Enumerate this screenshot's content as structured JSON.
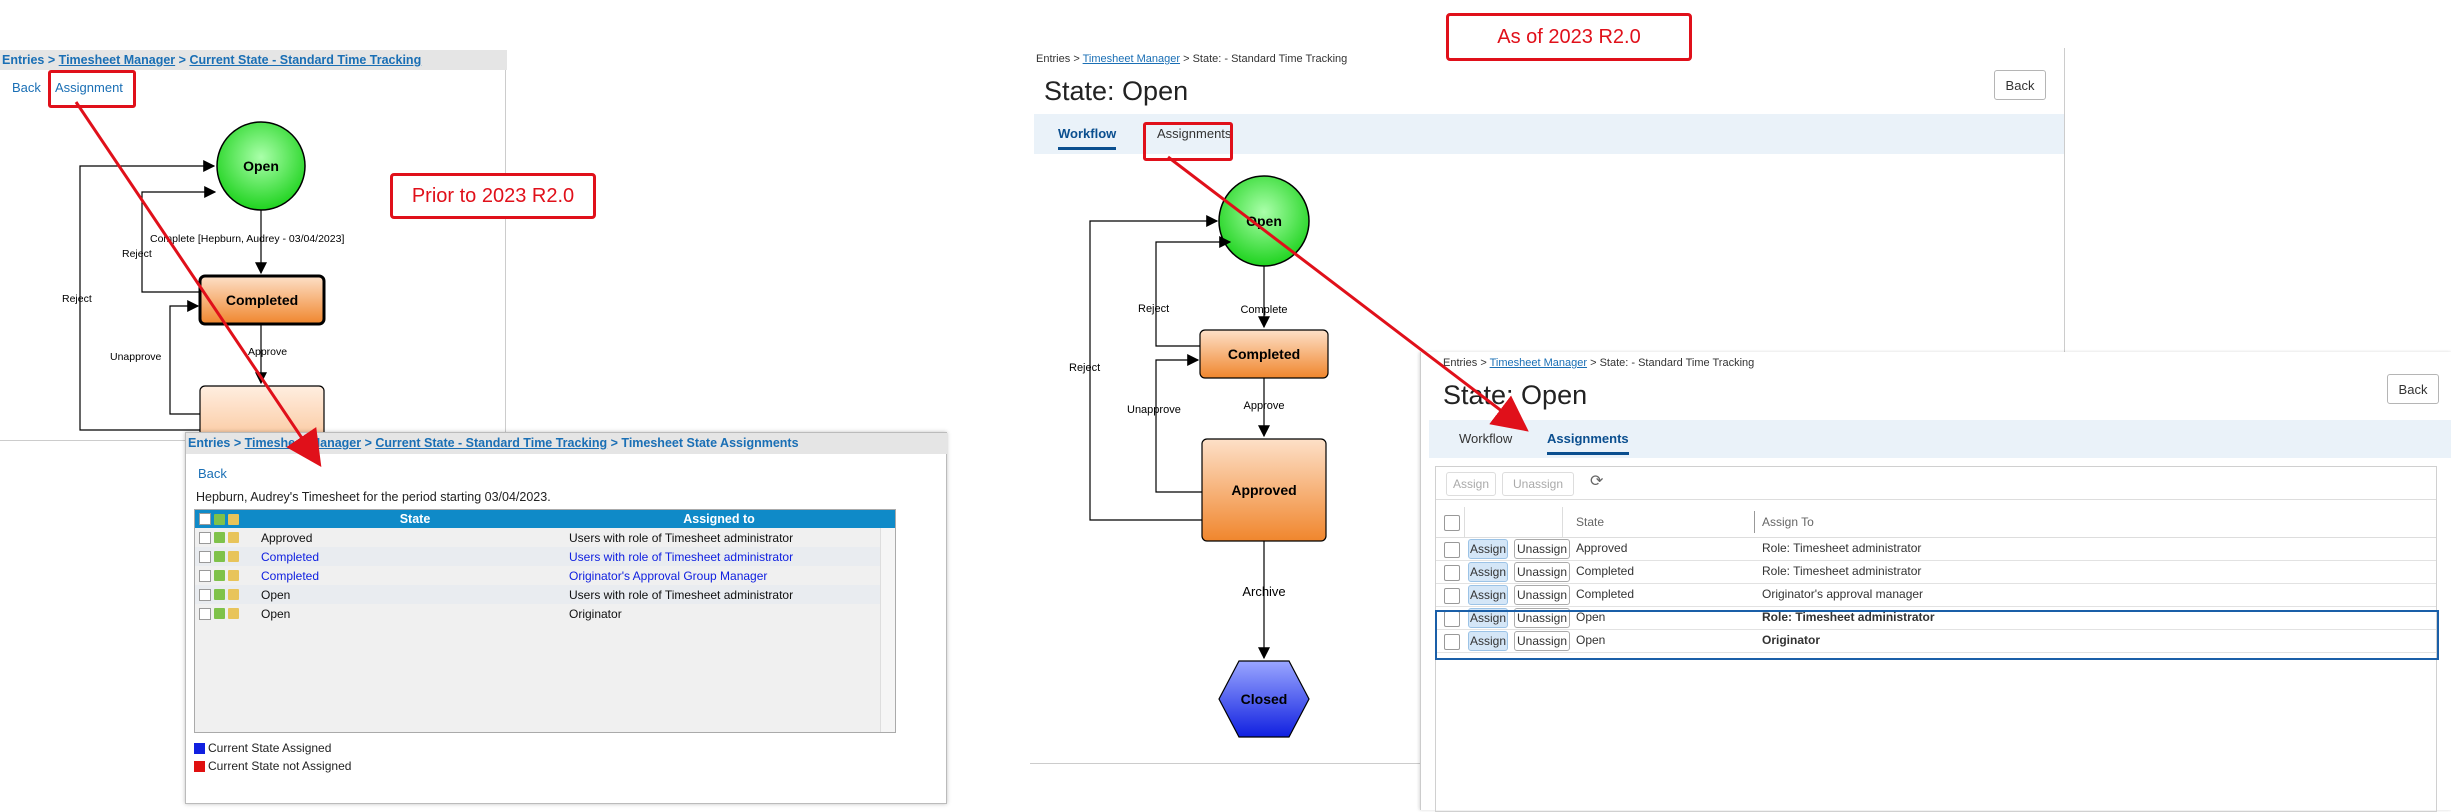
{
  "colors": {
    "callout": "#e0101a",
    "accent_blue": "#0b4f8f",
    "grid_header": "#0f8ac8"
  },
  "callouts": {
    "prior": "Prior to 2023 R2.0",
    "asof": "As of 2023 R2.0"
  },
  "old_ui": {
    "breadcrumb": {
      "entries": "Entries",
      "sep": ">",
      "tm": "Timesheet Manager",
      "cs": "Current State - Standard Time Tracking"
    },
    "back": "Back",
    "assignment": "Assignment",
    "diagram": {
      "open": "Open",
      "completed": "Completed",
      "complete_label": "Complete [Hepburn, Audrey - 03/04/2023]",
      "reject1": "Reject",
      "reject2": "Reject",
      "unapprove": "Unapprove",
      "approve": "Approve"
    },
    "assign_page": {
      "breadcrumb": {
        "entries": "Entries",
        "tm": "Timesheet Manager",
        "cs": "Current State - Standard Time Tracking",
        "tsa": "Timesheet State Assignments"
      },
      "back": "Back",
      "subtitle": "Hepburn, Audrey's Timesheet for the period starting 03/04/2023.",
      "headers": {
        "state": "State",
        "assigned": "Assigned to"
      },
      "rows": [
        {
          "state": "Approved",
          "assigned": "Users with role of Timesheet administrator",
          "assigned_flag": false
        },
        {
          "state": "Completed",
          "assigned": "Users with role of Timesheet administrator",
          "assigned_flag": true
        },
        {
          "state": "Completed",
          "assigned": "Originator's Approval Group Manager",
          "assigned_flag": true
        },
        {
          "state": "Open",
          "assigned": "Users with role of Timesheet administrator",
          "assigned_flag": false
        },
        {
          "state": "Open",
          "assigned": "Originator",
          "assigned_flag": false
        }
      ],
      "legend": {
        "assigned": "Current State Assigned",
        "not_assigned": "Current State not Assigned"
      }
    }
  },
  "new_ui": {
    "breadcrumb": {
      "entries": "Entries",
      "sep": ">",
      "tm": "Timesheet Manager",
      "rest": "> State: - Standard Time Tracking"
    },
    "title": "State: Open",
    "back": "Back",
    "tabs": {
      "workflow": "Workflow",
      "assignments": "Assignments"
    },
    "diagram": {
      "open": "Open",
      "complete": "Complete",
      "completed": "Completed",
      "reject1": "Reject",
      "reject2": "Reject",
      "approve": "Approve",
      "unapprove": "Unapprove",
      "approved": "Approved",
      "archive": "Archive",
      "closed": "Closed"
    },
    "assign_page": {
      "breadcrumb": {
        "entries": "Entries",
        "sep": ">",
        "tm": "Timesheet Manager",
        "rest": "> State: - Standard Time Tracking"
      },
      "title": "State: Open",
      "back": "Back",
      "tabs": {
        "workflow": "Workflow",
        "assignments": "Assignments"
      },
      "toolbar": {
        "assign": "Assign",
        "unassign": "Unassign"
      },
      "headers": {
        "state": "State",
        "assign_to": "Assign To"
      },
      "row_assign": "Assign",
      "row_unassign": "Unassign",
      "rows": [
        {
          "state": "Approved",
          "assign_to": "Role: Timesheet administrator"
        },
        {
          "state": "Completed",
          "assign_to": "Role: Timesheet administrator"
        },
        {
          "state": "Completed",
          "assign_to": "Originator's approval manager"
        },
        {
          "state": "Open",
          "assign_to": "Role: Timesheet administrator"
        },
        {
          "state": "Open",
          "assign_to": "Originator"
        }
      ]
    }
  }
}
